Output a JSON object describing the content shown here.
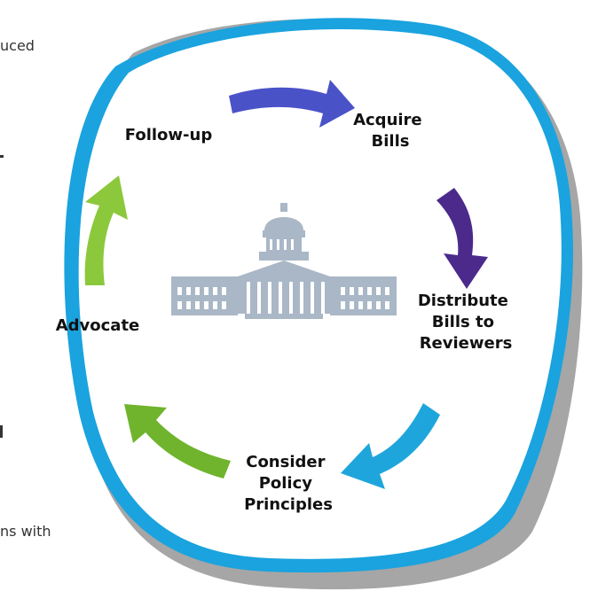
{
  "background_text": [
    "uced",
    "ns with"
  ],
  "diagram": {
    "steps": [
      {
        "label": [
          "Acquire",
          "Bills"
        ],
        "arrow_color": "#4a52c8"
      },
      {
        "label": [
          "Distribute",
          "Bills to",
          "Reviewers"
        ],
        "arrow_color": "#4b2a8c"
      },
      {
        "label": [
          "Consider",
          "Policy",
          "Principles"
        ],
        "arrow_color": "#1ea6dc"
      },
      {
        "label": [
          "Advocate"
        ],
        "arrow_color": "#6fb42c"
      },
      {
        "label": [
          "Follow-up"
        ],
        "arrow_color": "#8cc83c"
      }
    ],
    "colors": {
      "ring_blue": "#1aa3de",
      "ring_gray": "#a6a6a6",
      "capitol": "#a9b7c6"
    }
  }
}
